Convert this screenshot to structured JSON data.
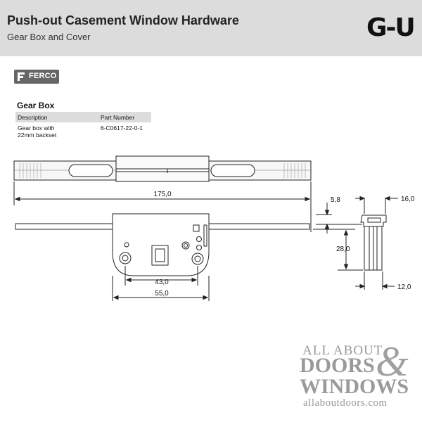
{
  "header": {
    "title": "Push-out Casement Window Hardware",
    "subtitle": "Gear Box and Cover",
    "brand": "G-U"
  },
  "logo": {
    "text": "FERCO",
    "icon": "ferco-logo-mark"
  },
  "section": {
    "title": "Gear Box",
    "table": {
      "headers": [
        "Description",
        "Part Number"
      ],
      "rows": [
        {
          "description_line1": "Gear box with",
          "description_line2": "22mm backset",
          "part_number": "6-C0617-22-0-1"
        }
      ]
    }
  },
  "dimensions": {
    "overall_length": "175,0",
    "hole_spacing": "43,0",
    "plate_width": "55,0",
    "offset": "5,8",
    "depth": "16,0",
    "height": "28,0",
    "thickness": "12,0"
  },
  "watermark": {
    "line1": "ALL ABOUT",
    "line2": "DOORS",
    "amp": "&",
    "line3": "WINDOWS",
    "url": "allaboutdoors.com"
  }
}
